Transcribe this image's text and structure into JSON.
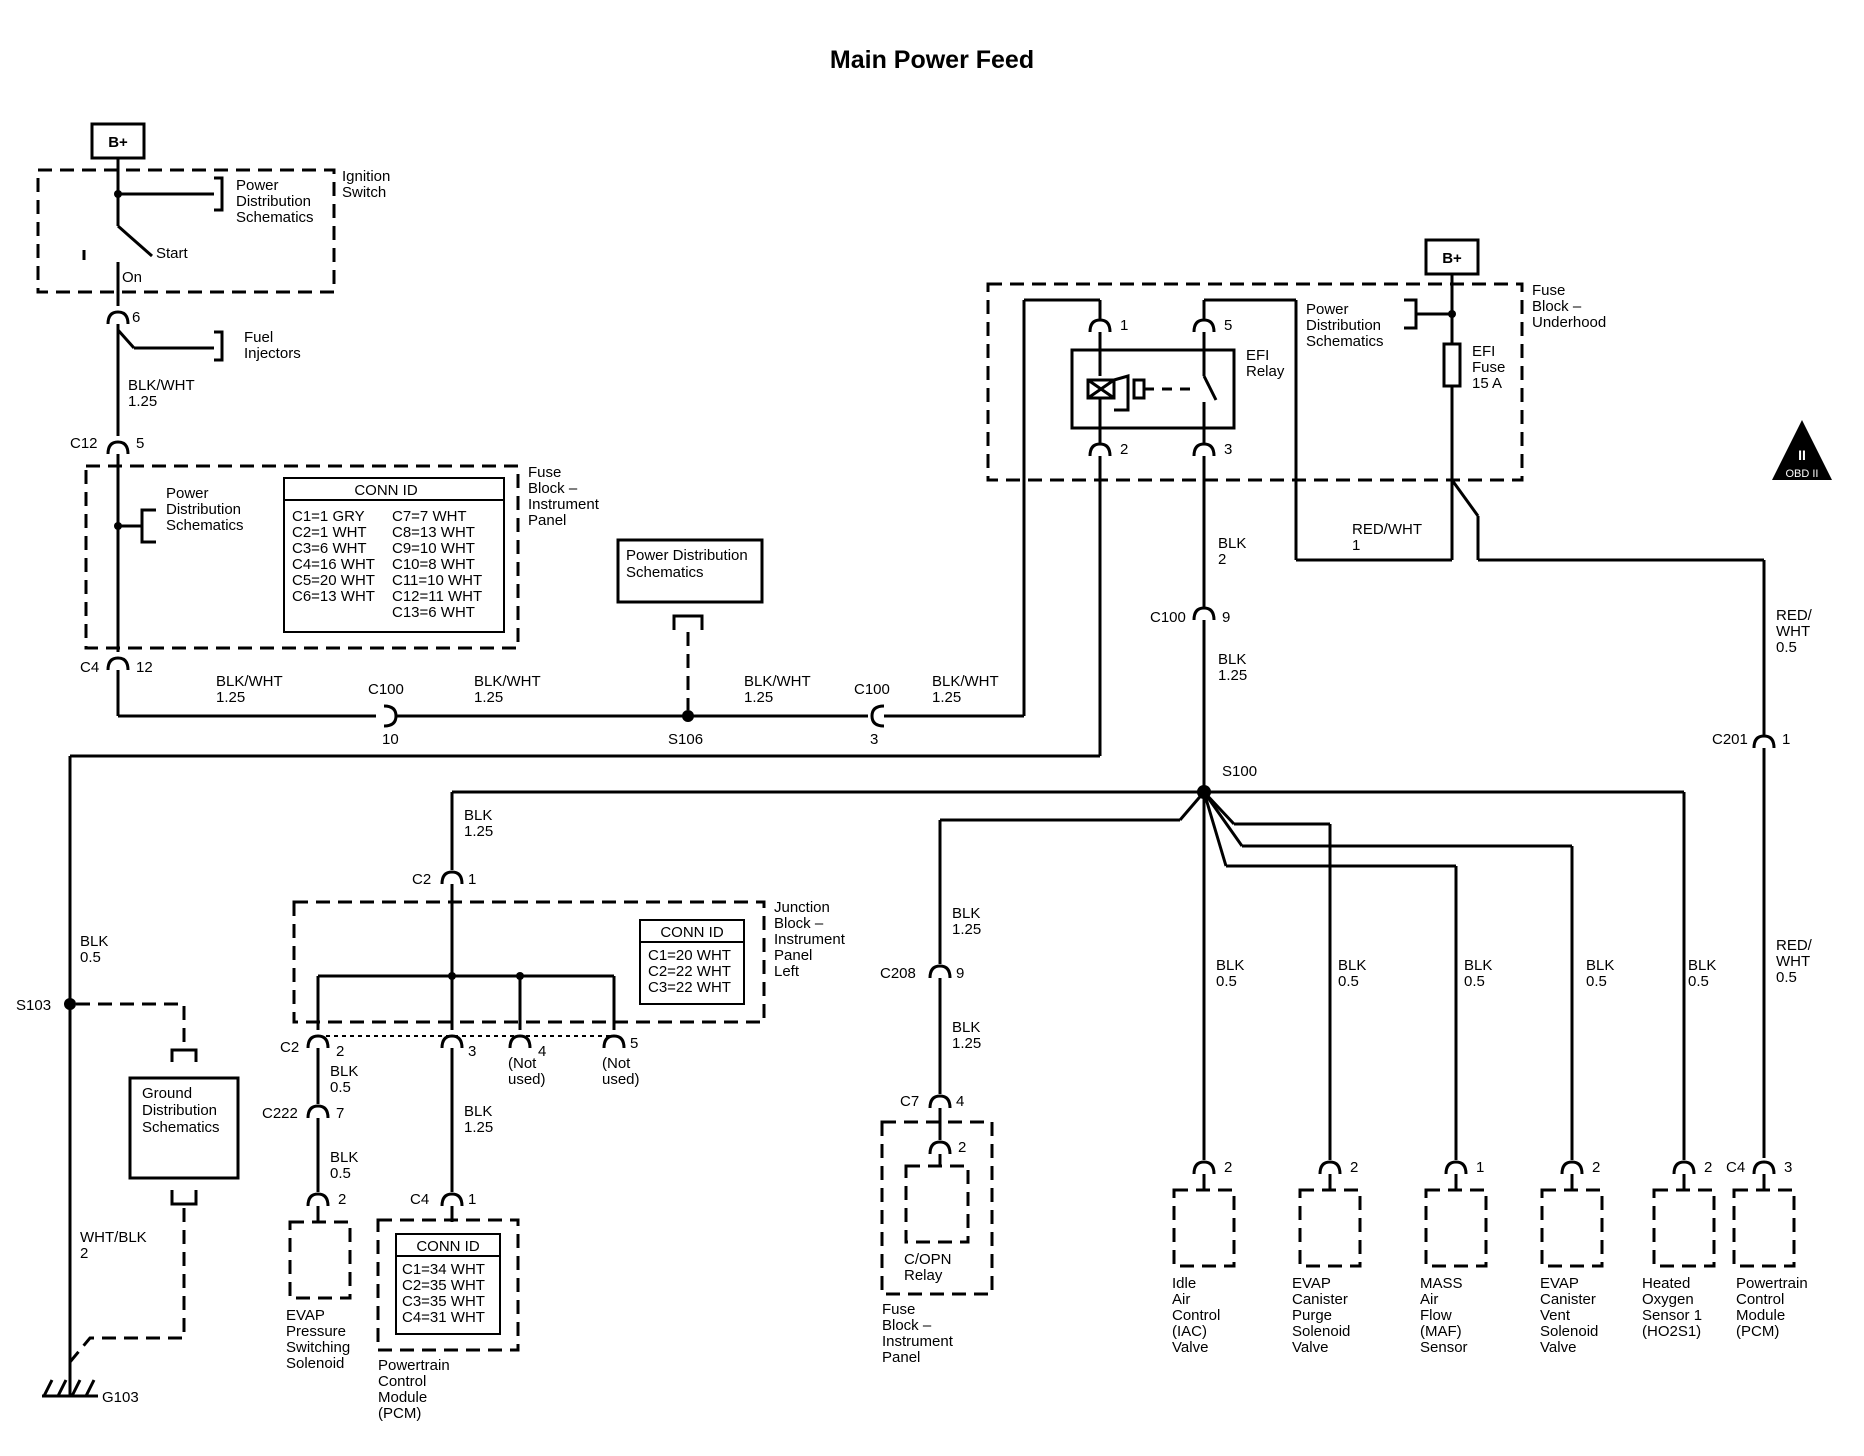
{
  "title": "Main Power Feed",
  "power_sources": {
    "bplus_left": "B+",
    "bplus_right": "B+"
  },
  "ignition_switch": {
    "label": [
      "Ignition",
      "Switch"
    ],
    "ref": [
      "Power",
      "Distribution",
      "Schematics"
    ],
    "start": "Start",
    "on": "On",
    "pin": "6"
  },
  "fuel_injectors": [
    "Fuel",
    "Injectors"
  ],
  "wire_labels": {
    "w1": [
      "BLK/WHT",
      "1.25"
    ],
    "w2": [
      "BLK/WHT",
      "1.25"
    ],
    "w3": [
      "BLK/WHT",
      "1.25"
    ],
    "w4": [
      "BLK/WHT",
      "1.25"
    ],
    "w5": [
      "BLK/WHT",
      "1.25"
    ],
    "red_wht_1": [
      "RED/WHT",
      "1"
    ],
    "blk_2": [
      "BLK",
      "2"
    ],
    "blk_125_a": [
      "BLK",
      "1.25"
    ],
    "red_wht_05_a": [
      "RED/",
      "WHT",
      "0.5"
    ],
    "red_wht_05_b": [
      "RED/",
      "WHT",
      "0.5"
    ],
    "blk_125_b": [
      "BLK",
      "1.25"
    ],
    "blk_05_gnd": [
      "BLK",
      "0.5"
    ],
    "blk_125_c208_top": [
      "BLK",
      "1.25"
    ],
    "blk_125_c208_bot": [
      "BLK",
      "1.25"
    ],
    "blk_05_iac": [
      "BLK",
      "0.5"
    ],
    "blk_05_purge": [
      "BLK",
      "0.5"
    ],
    "blk_05_maf": [
      "BLK",
      "0.5"
    ],
    "blk_05_vent": [
      "BLK",
      "0.5"
    ],
    "blk_05_ho2s": [
      "BLK",
      "0.5"
    ],
    "blk_05_c2_2": [
      "BLK",
      "0.5"
    ],
    "blk_05_c222": [
      "BLK",
      "0.5"
    ],
    "blk_125_c2_3": [
      "BLK",
      "1.25"
    ],
    "wht_blk_2": [
      "WHT/BLK",
      "2"
    ]
  },
  "connectors": {
    "c12": {
      "name": "C12",
      "pin": "5"
    },
    "c4_ip": {
      "name": "C4",
      "pin": "12"
    },
    "c100_10": {
      "name": "C100",
      "pin": "10"
    },
    "c100_3": {
      "name": "C100",
      "pin": "3"
    },
    "c100_9": {
      "name": "C100",
      "pin": "9"
    },
    "c201": {
      "name": "C201",
      "pin": "1"
    },
    "c2_1": {
      "name": "C2",
      "pin": "1"
    },
    "c2_row": {
      "name": "C2",
      "pins": [
        "2",
        "3",
        "4",
        "5"
      ]
    },
    "c222": {
      "name": "C222",
      "pin": "7"
    },
    "c208": {
      "name": "C208",
      "pin": "9"
    },
    "c7": {
      "name": "C7",
      "pin": "4"
    },
    "c4_pcm": {
      "name": "C4",
      "pin": "1"
    },
    "c4_pcm_right": {
      "name": "C4",
      "pin": "3"
    }
  },
  "splices": {
    "s106": "S106",
    "s100": "S100",
    "s103": "S103"
  },
  "ground": "G103",
  "fuse_block_ip": {
    "label": [
      "Fuse",
      "Block –",
      "Instrument",
      "Panel"
    ],
    "ref": [
      "Power",
      "Distribution",
      "Schematics"
    ],
    "conn_id_title": "CONN ID",
    "conn_id_rows": [
      [
        "C1=1 GRY",
        "C7=7 WHT"
      ],
      [
        "C2=1 WHT",
        "C8=13 WHT"
      ],
      [
        "C3=6 WHT",
        "C9=10 WHT"
      ],
      [
        "C4=16 WHT",
        "C10=8 WHT"
      ],
      [
        "C5=20 WHT",
        "C11=10 WHT"
      ],
      [
        "C6=13 WHT",
        "C12=11 WHT"
      ],
      [
        "",
        "C13=6 WHT"
      ]
    ]
  },
  "power_dist_box": [
    "Power Distribution",
    "Schematics"
  ],
  "fuse_block_underhood": {
    "label": [
      "Fuse",
      "Block –",
      "Underhood"
    ],
    "ref": [
      "Power",
      "Distribution",
      "Schematics"
    ],
    "relay": [
      "EFI",
      "Relay"
    ],
    "fuse": [
      "EFI",
      "Fuse",
      "15 A"
    ],
    "relay_pins": [
      "1",
      "5",
      "2",
      "3"
    ]
  },
  "obd_badge": {
    "roman": "II",
    "text": "OBD II"
  },
  "junction_block": {
    "label": [
      "Junction",
      "Block –",
      "Instrument",
      "Panel",
      "Left"
    ],
    "conn_id_title": "CONN ID",
    "conn_id_rows": [
      "C1=20 WHT",
      "C2=22 WHT",
      "C3=22 WHT"
    ],
    "not_used": [
      "(Not",
      "used)"
    ]
  },
  "ground_dist_box": [
    "Ground",
    "Distribution",
    "Schematics"
  ],
  "components": {
    "evap_switching": {
      "label": [
        "EVAP",
        "Pressure",
        "Switching",
        "Solenoid"
      ],
      "pin": "2"
    },
    "pcm_left": {
      "label": [
        "Powertrain",
        "Control",
        "Module",
        "(PCM)"
      ],
      "conn_id_title": "CONN ID",
      "conn_id_rows": [
        "C1=34 WHT",
        "C2=35 WHT",
        "C3=35 WHT",
        "C4=31 WHT"
      ]
    },
    "copn_relay": {
      "label": [
        "C/OPN",
        "Relay"
      ],
      "pin": "2",
      "block": [
        "Fuse",
        "Block –",
        "Instrument",
        "Panel"
      ]
    },
    "iac": {
      "label": [
        "Idle",
        "Air",
        "Control",
        "(IAC)",
        "Valve"
      ],
      "pin": "2"
    },
    "purge": {
      "label": [
        "EVAP",
        "Canister",
        "Purge",
        "Solenoid",
        "Valve"
      ],
      "pin": "2"
    },
    "maf": {
      "label": [
        "MASS",
        "Air",
        "Flow",
        "(MAF)",
        "Sensor"
      ],
      "pin": "1"
    },
    "vent": {
      "label": [
        "EVAP",
        "Canister",
        "Vent",
        "Solenoid",
        "Valve"
      ],
      "pin": "2"
    },
    "ho2s": {
      "label": [
        "Heated",
        "Oxygen",
        "Sensor 1",
        "(HO2S1)"
      ],
      "pin": "2"
    },
    "pcm_right": {
      "label": [
        "Powertrain",
        "Control",
        "Module",
        "(PCM)"
      ]
    }
  }
}
